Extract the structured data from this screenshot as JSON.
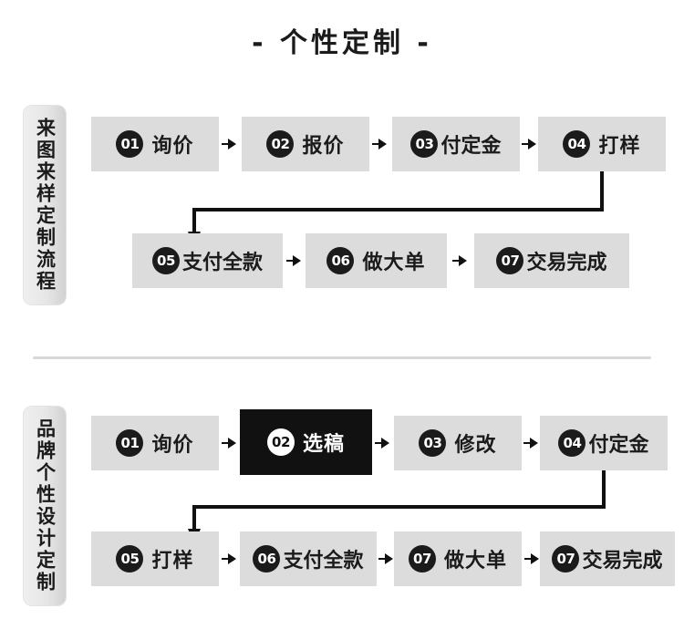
{
  "page": {
    "title": "- 个性定制 -",
    "background_color": "#ffffff",
    "box_color": "#dcdcdc",
    "invert_color": "#111111",
    "accent_color": "#1b1b1b",
    "divider_color": "#d8d8d8"
  },
  "sections": [
    {
      "id": "section-1",
      "side_label": "来图来样定制流程",
      "rows": [
        {
          "steps": [
            {
              "num": "01",
              "label": "询价",
              "invert": false
            },
            {
              "num": "02",
              "label": "报价",
              "invert": false
            },
            {
              "num": "03",
              "label": "付定金",
              "invert": false
            },
            {
              "num": "04",
              "label": "打样",
              "invert": false
            }
          ]
        },
        {
          "steps": [
            {
              "num": "05",
              "label": "支付全款",
              "invert": false
            },
            {
              "num": "06",
              "label": "做大单",
              "invert": false
            },
            {
              "num": "07",
              "label": "交易完成",
              "invert": false
            }
          ]
        }
      ]
    },
    {
      "id": "section-2",
      "side_label": "品牌个性设计定制",
      "rows": [
        {
          "steps": [
            {
              "num": "01",
              "label": "询价",
              "invert": false
            },
            {
              "num": "02",
              "label": "选稿",
              "invert": true
            },
            {
              "num": "03",
              "label": "修改",
              "invert": false
            },
            {
              "num": "04",
              "label": "付定金",
              "invert": false
            }
          ]
        },
        {
          "steps": [
            {
              "num": "05",
              "label": "打样",
              "invert": false
            },
            {
              "num": "06",
              "label": "支付全款",
              "invert": false
            },
            {
              "num": "07",
              "label": "做大单",
              "invert": false
            },
            {
              "num": "07",
              "label": "交易完成",
              "invert": false
            }
          ]
        }
      ]
    }
  ]
}
